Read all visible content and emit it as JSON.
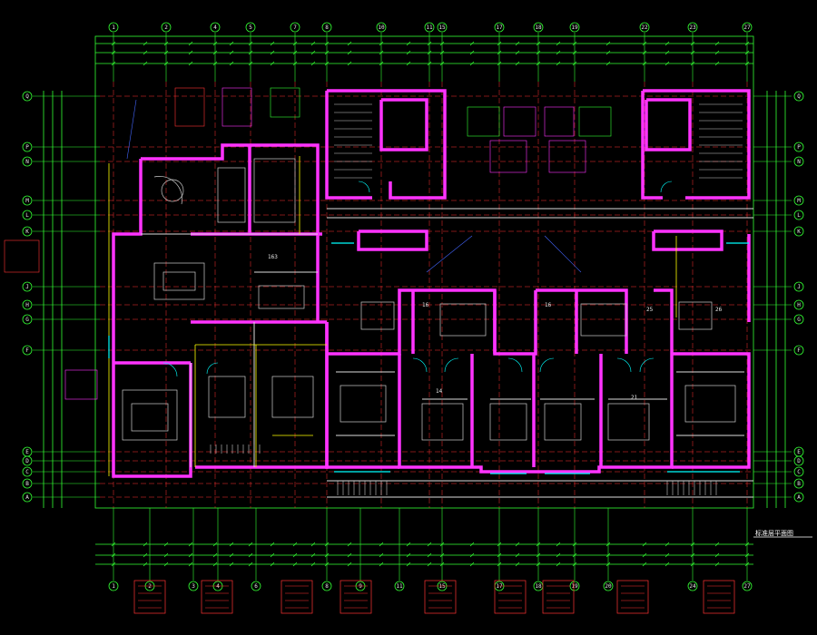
{
  "drawing": {
    "title_text": "标准层平面图",
    "unit_labels": [
      "16",
      "16",
      "25",
      "26",
      "14",
      "21"
    ],
    "room_area_label": "163"
  },
  "axes": {
    "top": [
      "1",
      "2",
      "4",
      "5",
      "7",
      "8",
      "10",
      "11",
      "15",
      "17",
      "18",
      "19",
      "22",
      "23",
      "27"
    ],
    "bottom": [
      "1",
      "2",
      "3",
      "4",
      "6",
      "8",
      "9",
      "11",
      "15",
      "17",
      "18",
      "19",
      "20",
      "24",
      "27"
    ],
    "left": [
      "Q",
      "P",
      "N",
      "M",
      "L",
      "K",
      "J",
      "H",
      "G",
      "F",
      "E",
      "D",
      "C",
      "B",
      "A"
    ],
    "right": [
      "Q",
      "P",
      "N",
      "M",
      "L",
      "K",
      "J",
      "H",
      "G",
      "F",
      "E",
      "D",
      "C",
      "B",
      "A"
    ]
  },
  "colors": {
    "background": "#000000",
    "wall": "#ff33ff",
    "grid_line": "#ff3333",
    "axis_line": "#33ff33",
    "dimension": "#33ff33",
    "furniture": "#cccccc",
    "accent_yellow": "#ffff00",
    "accent_cyan": "#00ffff",
    "accent_blue": "#4466ff"
  }
}
